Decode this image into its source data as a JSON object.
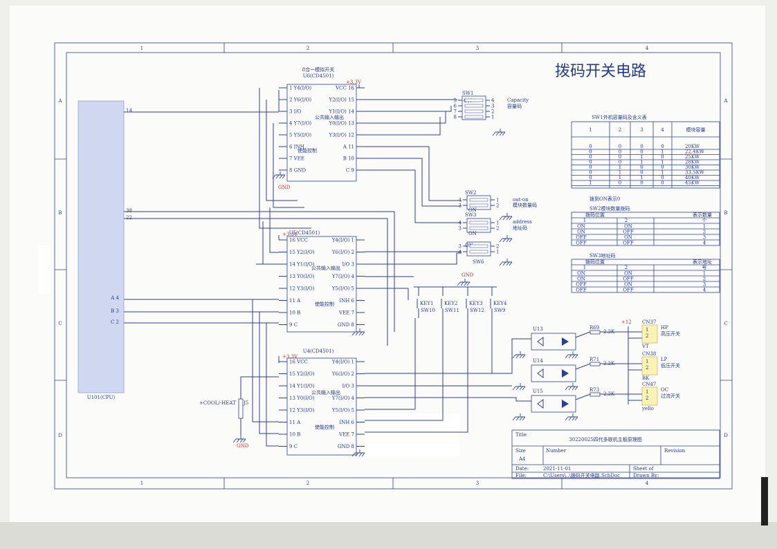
{
  "title": "拨码开关电路",
  "grid": {
    "cols": [
      "1",
      "2",
      "3",
      "4"
    ],
    "rows": [
      "A",
      "B",
      "C",
      "D"
    ]
  },
  "cpu": {
    "label": "U101(CPU)",
    "pins": {
      "p14": "14",
      "p38": "38",
      "p22": "22",
      "a": "A 4",
      "b": "B 3",
      "c": "C 2"
    }
  },
  "u6": {
    "title": "8合一模拟开关",
    "name": "U6(CD4501)",
    "vcc": "+3.3V",
    "left": [
      "1 Y4(I/O)",
      "2 Y6(I/O)",
      "3 I/O",
      "4 Y7(I/O)",
      "5 Y5(I/O)",
      "6 INH",
      "7 VEE",
      "8 GND"
    ],
    "right": [
      "VCC 16",
      "Y2(I/O) 15",
      "Y1(I/O) 14",
      "Y0(I/O) 13",
      "Y3(I/O) 12",
      "A 11",
      "B 10",
      "C 9"
    ],
    "note1": "公共输入输出",
    "note2": "使能控制",
    "gnd": "GND"
  },
  "u5": {
    "name": "U5(CD4501)",
    "vcc": "+3.3V",
    "left": [
      "16 VCC",
      "15 Y2(I/O)",
      "14 Y1(I/O)",
      "13 Y0(I/O)",
      "12 Y3(I/O)",
      "11 A",
      "10 B",
      "9 C"
    ],
    "right": [
      "Y4(I/O) 1",
      "Y6(I/O) 2",
      "I/O 3",
      "Y7(I/O) 4",
      "Y5(I/O) 5",
      "INH 6",
      "VEE 7",
      "GND 8"
    ],
    "note1": "公共输入输出",
    "note2": "使能控制"
  },
  "u4": {
    "name": "U4(CD4501)",
    "vcc": "+3.3V",
    "left": [
      "16 VCC",
      "15 Y2(I/O)",
      "14 Y1(I/O)",
      "13 Y0(I/O)",
      "12 Y3(I/O)",
      "11 A",
      "10 B",
      "9 C"
    ],
    "right": [
      "Y4(I/O) 1",
      "Y6(I/O) 2",
      "I/O 3",
      "Y7(I/O) 4",
      "Y5(I/O) 5",
      "INH 6",
      "VEE 7",
      "GND 8"
    ],
    "note1": "公共输入输出",
    "note2": "使能控制"
  },
  "j5": {
    "label": "+COOL/-HEAT",
    "ref": "J5",
    "gnd": "GND"
  },
  "sw1": {
    "ref": "SW1",
    "on": "ON",
    "pins_l": [
      "5",
      "6",
      "7",
      "8"
    ],
    "pins_r": [
      "4",
      "3",
      "2",
      "1"
    ],
    "label1": "Capacity",
    "label2": "容量码"
  },
  "sw2": {
    "ref": "SW2",
    "on": "ON",
    "pins_l": [
      "4",
      "3"
    ],
    "pins_r": [
      "1",
      "2"
    ],
    "label1": "out-on",
    "label2": "模块数量码"
  },
  "sw3": {
    "ref": "SW3",
    "on": "ON",
    "pins_l": [
      "4",
      "3"
    ],
    "pins_r": [
      "1",
      "2"
    ],
    "label1": "address",
    "label2": "地址码"
  },
  "sw6": {
    "ref": "SW6",
    "on": "ON",
    "pins_l": [
      "3",
      "4"
    ],
    "pins_r": [
      "2",
      "1"
    ]
  },
  "keys": {
    "gnd": "GND",
    "items": [
      {
        "key": "KEY1",
        "sw": "SW10"
      },
      {
        "key": "KEY2",
        "sw": "SW11"
      },
      {
        "key": "KEY3",
        "sw": "SW12"
      },
      {
        "key": "KEY4",
        "sw": "SW9"
      }
    ]
  },
  "opto": {
    "supply": "+12",
    "items": [
      {
        "u": "U13",
        "r": "R69",
        "rv": "2.2K",
        "cn": "CN37",
        "sig": "HP",
        "name": "高压开关",
        "wire": "VT"
      },
      {
        "u": "U14",
        "r": "R71",
        "rv": "2.2K",
        "cn": "CN38",
        "sig": "LP",
        "name": "低压开关",
        "wire": "BK"
      },
      {
        "u": "U15",
        "r": "R73",
        "rv": "2.2K",
        "cn": "CN47",
        "sig": "OC",
        "name": "过流开关",
        "wire": "yello"
      }
    ],
    "pin1": "1",
    "pin2": "2"
  },
  "table1": {
    "title": "SW1外机容量码及含义表",
    "headers": [
      "1",
      "2",
      "3",
      "4",
      "模块容量"
    ],
    "rows": [
      [
        "0",
        "0",
        "0",
        "0",
        "20KW"
      ],
      [
        "0",
        "0",
        "0",
        "1",
        "22.4KW"
      ],
      [
        "0",
        "0",
        "1",
        "0",
        "25KW"
      ],
      [
        "0",
        "0",
        "1",
        "1",
        "28KW"
      ],
      [
        "0",
        "1",
        "0",
        "0",
        "30KW"
      ],
      [
        "0",
        "1",
        "0",
        "1",
        "33.5KW"
      ],
      [
        "0",
        "1",
        "1",
        "0",
        "40KW"
      ],
      [
        "1",
        "0",
        "0",
        "0",
        "45KW"
      ]
    ],
    "note": "拨到ON表示0"
  },
  "table2": {
    "title": "SW2模块数量拨码",
    "h1": "拨码位置",
    "h2": "表示数量",
    "sub": [
      "1",
      "2",
      "个"
    ],
    "rows": [
      [
        "ON",
        "ON",
        "1"
      ],
      [
        "ON",
        "OFF",
        "2"
      ],
      [
        "OFF",
        "ON",
        "3"
      ],
      [
        "OFF",
        "OFF",
        "4"
      ]
    ]
  },
  "table3": {
    "title": "SW3地址码",
    "h1": "拨码位置",
    "h2": "表示地址",
    "sub": [
      "1",
      "2",
      "号"
    ],
    "rows": [
      [
        "ON",
        "ON",
        "1"
      ],
      [
        "ON",
        "OFF",
        "2"
      ],
      [
        "OFF",
        "ON",
        "3"
      ],
      [
        "OFF",
        "OFF",
        "4"
      ]
    ]
  },
  "titleblock": {
    "title_label": "Title",
    "title": "30220025四代多联机主板原理图",
    "size_label": "Size",
    "size": "A4",
    "number_label": "Number",
    "revision_label": "Revision",
    "date_label": "Date:",
    "date": "2021-11-01",
    "file_label": "File:",
    "file": "C:\\Users\\..\\拨码开关电路.SchDoc",
    "sheet_label": "Sheet   of",
    "drawn_label": "Drawn By:"
  },
  "colors": {
    "line": "#2c3f96",
    "text": "#243a8c",
    "red": "#b4322e",
    "cpu": "#cfd8f0",
    "connector": "#fbf3b4"
  }
}
